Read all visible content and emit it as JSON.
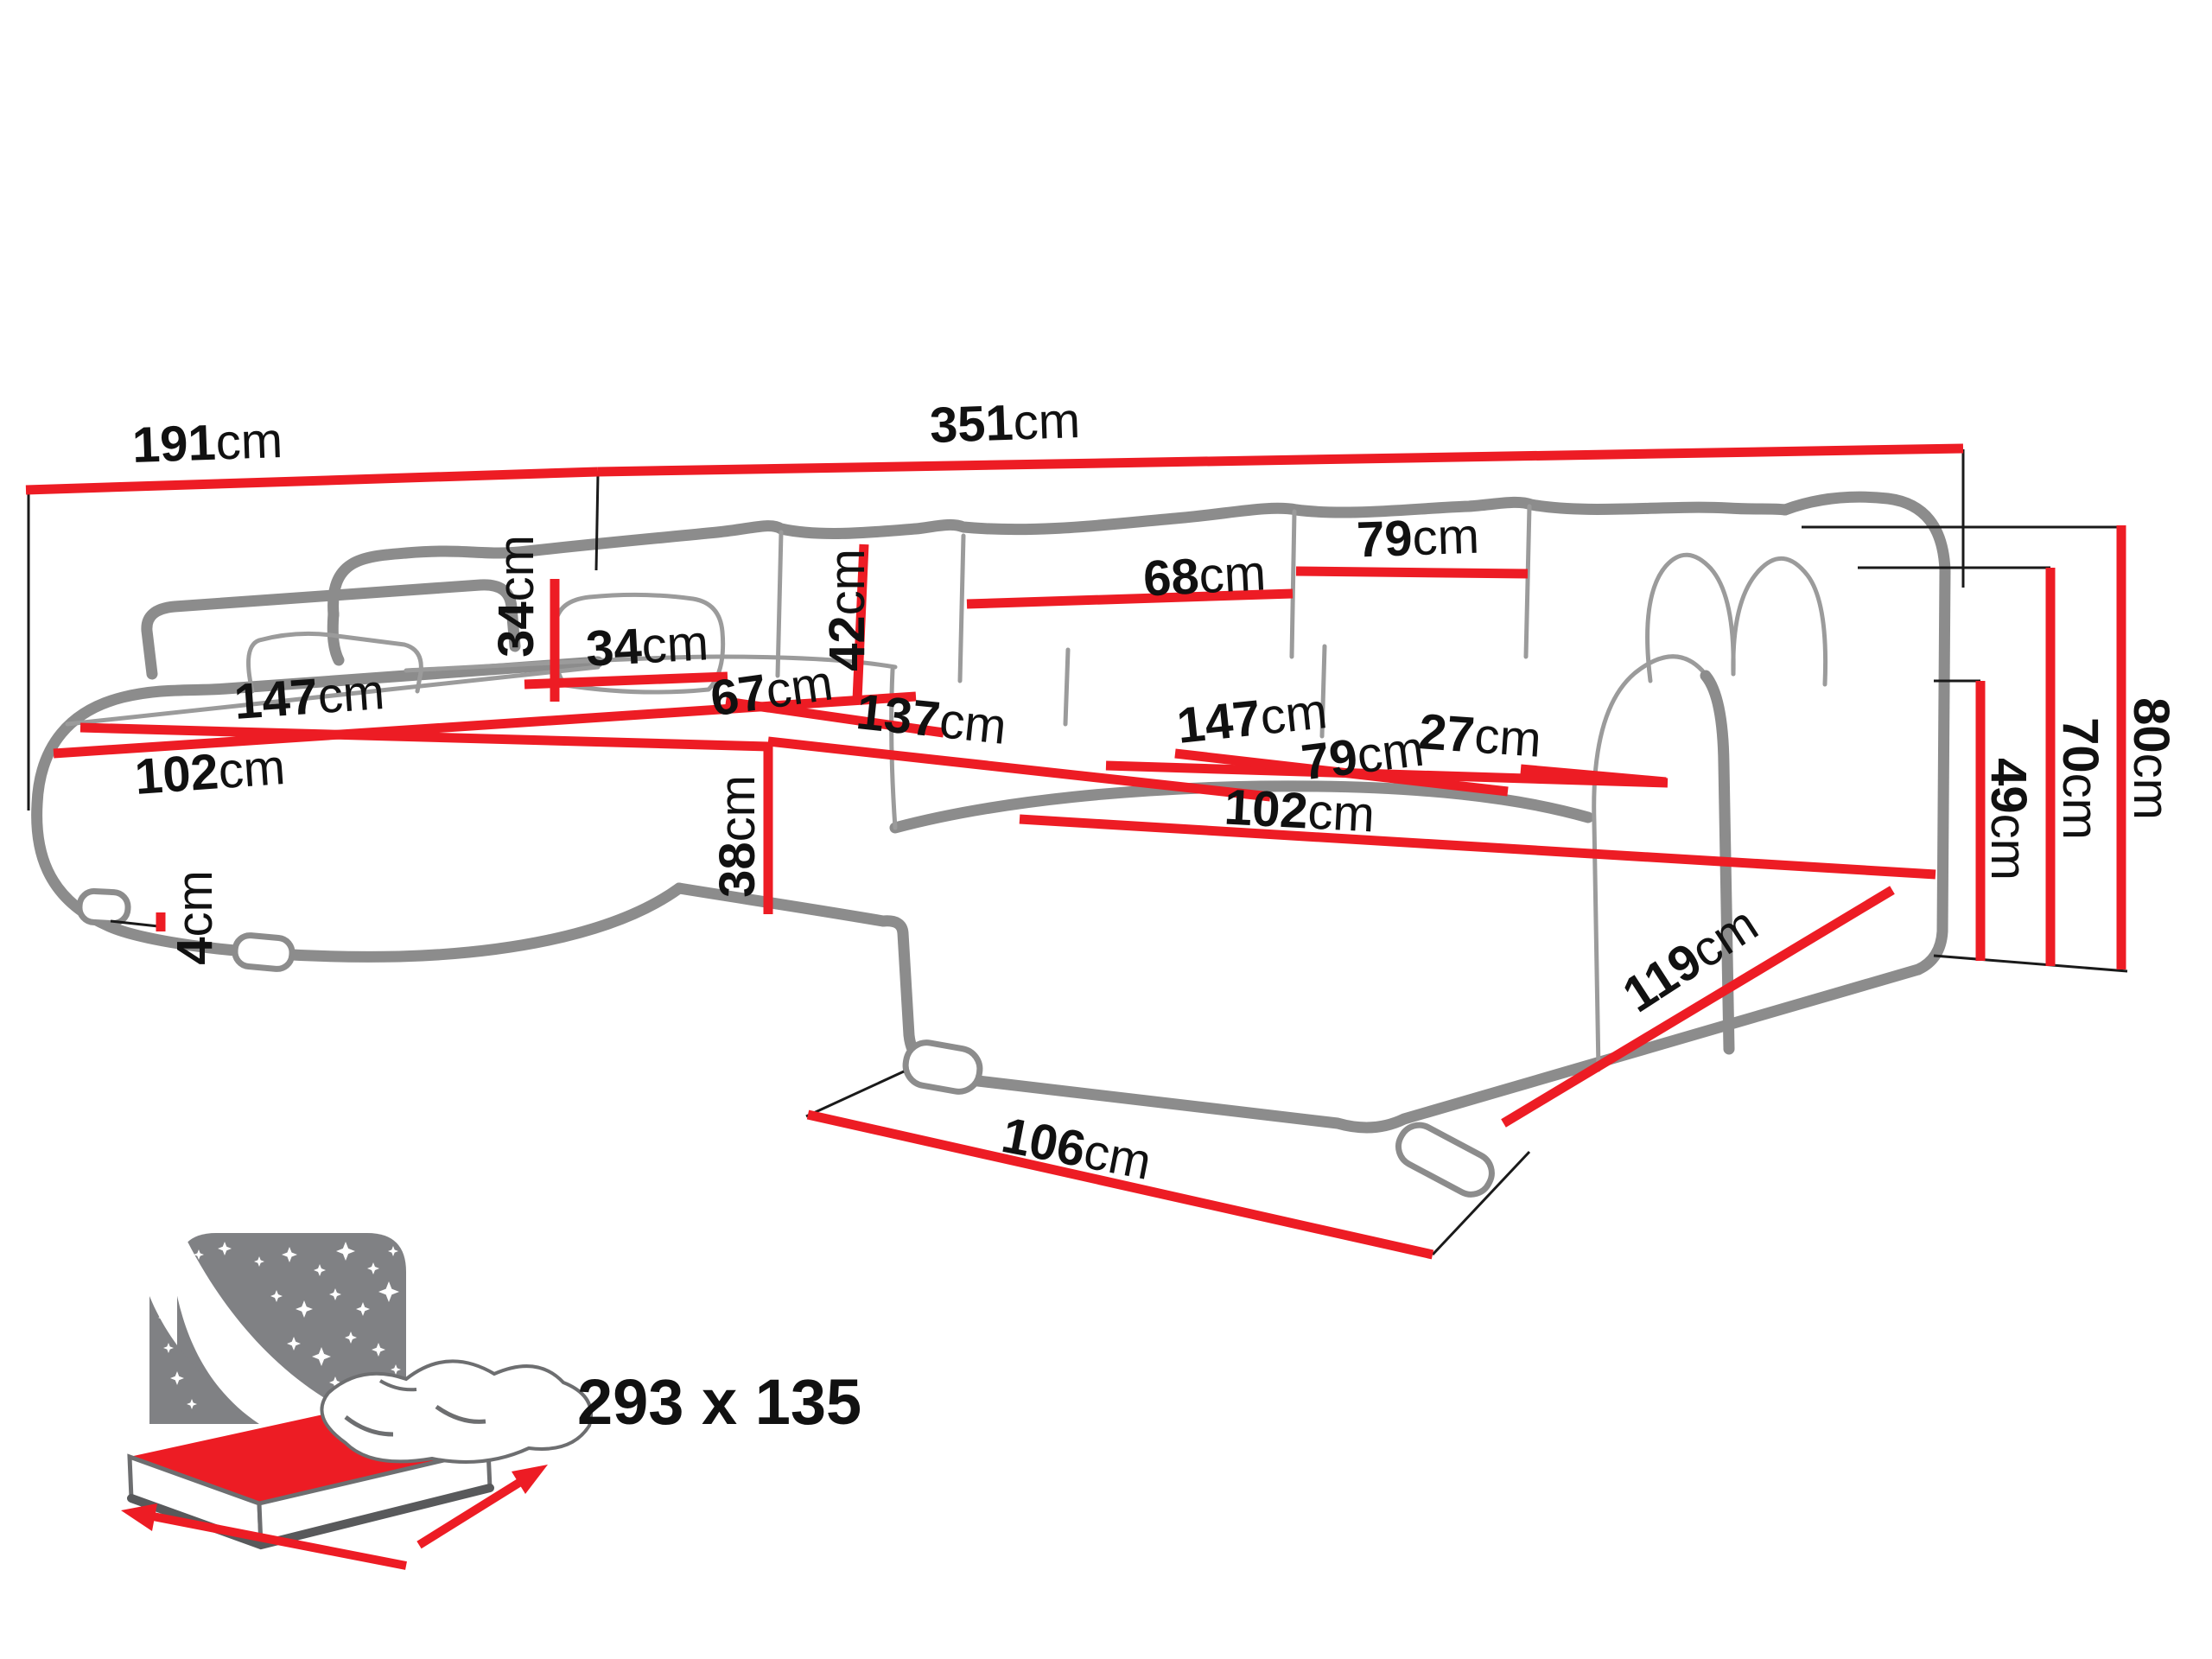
{
  "title": "U-shaped corner sofa dimension diagram",
  "unit": "cm",
  "colors": {
    "dimension_red": "#ed1c24",
    "outline_gray": "#8c8c8c",
    "label_black": "#111111",
    "icon_gray": "#808184",
    "icon_text_gray": "#58595b"
  },
  "dimensions": {
    "left_section_depth": {
      "value": "191",
      "unit": "cm"
    },
    "total_length": {
      "value": "351",
      "unit": "cm"
    },
    "pillow_height": {
      "value": "34",
      "unit": "cm"
    },
    "pillow_width": {
      "value": "34",
      "unit": "cm"
    },
    "chaise_left_length": {
      "value": "147",
      "unit": "cm"
    },
    "chaise_left_width": {
      "value": "102",
      "unit": "cm"
    },
    "leg_height": {
      "value": "4",
      "unit": "cm"
    },
    "corner_seat_depth": {
      "value": "67",
      "unit": "cm"
    },
    "back_cushion_height": {
      "value": "42",
      "unit": "cm"
    },
    "seat_height": {
      "value": "38",
      "unit": "cm"
    },
    "middle_seat_length": {
      "value": "137",
      "unit": "cm"
    },
    "back_cushion_width": {
      "value": "68",
      "unit": "cm"
    },
    "back_cushion_width_right": {
      "value": "79",
      "unit": "cm"
    },
    "chaise_right_length": {
      "value": "147",
      "unit": "cm"
    },
    "right_seat_width": {
      "value": "79",
      "unit": "cm"
    },
    "armrest_width": {
      "value": "27",
      "unit": "cm"
    },
    "chaise_right_width": {
      "value": "102",
      "unit": "cm"
    },
    "ottoman_front_length": {
      "value": "106",
      "unit": "cm"
    },
    "right_side_length": {
      "value": "119",
      "unit": "cm"
    },
    "total_height": {
      "value": "80",
      "unit": "cm"
    },
    "backrest_height": {
      "value": "70",
      "unit": "cm"
    },
    "armrest_height": {
      "value": "49",
      "unit": "cm"
    }
  },
  "sleeping_area": {
    "size": "293 x 135"
  }
}
